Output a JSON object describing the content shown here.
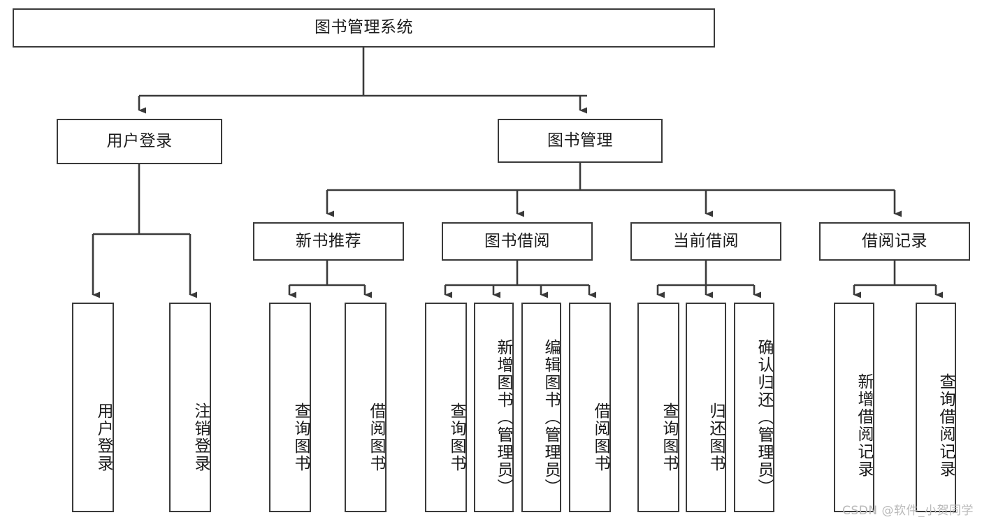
{
  "diagram": {
    "title": "图书管理系统",
    "type": "tree-hierarchy",
    "watermark": "CSDN @软件_小贺同学",
    "colors": {
      "node_border": "#3a3a3a",
      "node_fill": "#ffffff",
      "edge": "#3a3a3a",
      "text": "#1b1b1b",
      "watermark": "#b9b9b9"
    },
    "root": {
      "label": "图书管理系统"
    },
    "level2": [
      {
        "label": "用户登录"
      },
      {
        "label": "图书管理"
      }
    ],
    "level3": [
      {
        "label": "新书推荐"
      },
      {
        "label": "图书借阅"
      },
      {
        "label": "当前借阅"
      },
      {
        "label": "借阅记录"
      }
    ],
    "leaves": {
      "user_login": [
        {
          "label": "用户登录"
        },
        {
          "label": "注销登录"
        }
      ],
      "new_book_recommend": [
        {
          "label": "查询图书"
        },
        {
          "label": "借阅图书"
        }
      ],
      "book_borrow": [
        {
          "label": "查询图书"
        },
        {
          "label": "新增图书（管理员）"
        },
        {
          "label": "编辑图书（管理员）"
        },
        {
          "label": "借阅图书"
        }
      ],
      "current_borrow": [
        {
          "label": "查询图书"
        },
        {
          "label": "归还图书"
        },
        {
          "label": "确认归还（管理员）"
        }
      ],
      "borrow_records": [
        {
          "label": "新增借阅记录"
        },
        {
          "label": "查询借阅记录"
        }
      ]
    }
  }
}
